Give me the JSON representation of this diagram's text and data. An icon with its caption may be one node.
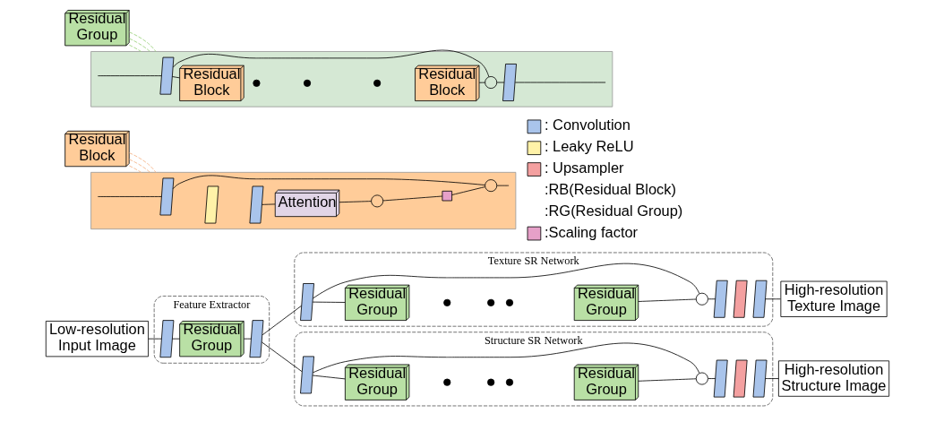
{
  "diagram": {
    "nodes": [
      {
        "text": [
          "Low-resolution Input Image"
        ]
      },
      {
        "text": [
          "Feature Extractor"
        ]
      },
      {
        "text": [],
        "shape": "parallelogram",
        "in": 1
      },
      {
        "text": [
          "Residual Group"
        ],
        "in": 1
      },
      {
        "text": [],
        "shape": "parallelogram",
        "in": 1
      },
      {
        "text": [
          "Texture SR Network"
        ]
      },
      {
        "text": [],
        "shape": "parallelogram",
        "in": 5
      },
      {
        "text": [
          "Residual Group"
        ],
        "in": 5
      },
      {
        "text": [],
        "shape": "dot",
        "in": 5
      },
      {
        "text": [],
        "shape": "dot",
        "in": 5
      },
      {
        "text": [],
        "shape": "dot",
        "in": 5
      },
      {
        "text": [
          "Residual Group"
        ],
        "in": 5
      },
      {
        "text": [],
        "shape": "circle",
        "in": 5
      },
      {
        "text": [],
        "shape": "parallelogram",
        "in": 5
      },
      {
        "text": [],
        "shape": "parallelogram",
        "in": 5
      },
      {
        "text": [],
        "shape": "parallelogram",
        "in": 5
      },
      {
        "text": [
          "High-resolution Texture Image"
        ]
      },
      {
        "text": [
          "Structure SR Network"
        ]
      },
      {
        "text": [],
        "shape": "parallelogram",
        "in": 17
      },
      {
        "text": [
          "Residual Group"
        ],
        "in": 17
      },
      {
        "text": [],
        "shape": "dot",
        "in": 17
      },
      {
        "text": [],
        "shape": "dot",
        "in": 17
      },
      {
        "text": [],
        "shape": "dot",
        "in": 17
      },
      {
        "text": [
          "Residual Group"
        ],
        "in": 17
      },
      {
        "text": [],
        "shape": "circle",
        "in": 17
      },
      {
        "text": [],
        "shape": "parallelogram",
        "in": 17
      },
      {
        "text": [],
        "shape": "parallelogram",
        "in": 17
      },
      {
        "text": [],
        "shape": "parallelogram",
        "in": 17
      },
      {
        "text": [
          "High-resolution Structure Image"
        ]
      },
      {
        "text": [
          "Residual Block"
        ]
      },
      {
        "text": [],
        "shape": "box"
      },
      {
        "text": [],
        "shape": "parallelogram",
        "in": 30
      },
      {
        "text": [],
        "shape": "parallelogram",
        "in": 30
      },
      {
        "text": [],
        "shape": "parallelogram",
        "in": 30
      },
      {
        "text": [
          "Attention"
        ],
        "in": 30
      },
      {
        "text": [],
        "shape": "circle",
        "in": 30
      },
      {
        "text": [],
        "shape": "box",
        "in": 30
      },
      {
        "text": [],
        "shape": "circle",
        "in": 30
      },
      {
        "text": [
          "Residual Group"
        ]
      },
      {
        "text": [],
        "shape": "box"
      },
      {
        "text": [],
        "shape": "parallelogram",
        "in": 39
      },
      {
        "text": [
          "Residual Block"
        ],
        "in": 39
      },
      {
        "text": [],
        "shape": "dot",
        "in": 39
      },
      {
        "text": [],
        "shape": "dot",
        "in": 39
      },
      {
        "text": [],
        "shape": "dot",
        "in": 39
      },
      {
        "text": [
          "Residual Block"
        ],
        "in": 39
      },
      {
        "text": [],
        "shape": "circle",
        "in": 39
      },
      {
        "text": [],
        "shape": "parallelogram",
        "in": 39
      }
    ],
    "edges": [
      {
        "from": 0,
        "to": 2,
        "arrow": "none"
      },
      {
        "from": 2,
        "to": 3,
        "arrow": "none"
      },
      {
        "from": 3,
        "to": 4,
        "arrow": "none"
      },
      {
        "from": 4,
        "to": 6,
        "arrow": "none"
      },
      {
        "from": 4,
        "to": 18,
        "arrow": "none"
      },
      {
        "from": 6,
        "to": 7,
        "arrow": "none"
      },
      {
        "from": 6,
        "to": 12,
        "arrow": "none"
      },
      {
        "from": 11,
        "to": 12,
        "arrow": "none"
      },
      {
        "from": 12,
        "to": 13,
        "arrow": "none"
      },
      {
        "from": 15,
        "to": 16,
        "arrow": "none"
      },
      {
        "from": 18,
        "to": 19,
        "arrow": "none"
      },
      {
        "from": 18,
        "to": 24,
        "arrow": "none"
      },
      {
        "from": 23,
        "to": 24,
        "arrow": "none"
      },
      {
        "from": 24,
        "to": 25,
        "arrow": "none"
      },
      {
        "from": 27,
        "to": 28,
        "arrow": "none"
      },
      {
        "from": 29,
        "to": 30,
        "arrow": "none",
        "style": "dashed",
        "color": "#f4b183"
      },
      {
        "from": 29,
        "to": 30,
        "arrow": "none",
        "style": "dashed",
        "color": "#f4b183"
      },
      {
        "from": 29,
        "to": 30,
        "arrow": "none",
        "style": "dashed",
        "color": "#f4b183"
      },
      {
        "from": null,
        "to": 31,
        "arrow": "none"
      },
      {
        "from": 31,
        "to": 37,
        "arrow": "none"
      },
      {
        "from": 33,
        "to": 34,
        "arrow": "none"
      },
      {
        "from": 34,
        "to": 35,
        "arrow": "none"
      },
      {
        "from": 35,
        "to": 36,
        "arrow": "none"
      },
      {
        "from": 36,
        "to": 37,
        "arrow": "none"
      },
      {
        "from": 37,
        "to": null,
        "arrow": "none"
      },
      {
        "from": 38,
        "to": 39,
        "arrow": "none",
        "style": "dashed",
        "color": "#97d077"
      },
      {
        "from": 38,
        "to": 39,
        "arrow": "none",
        "style": "dashed",
        "color": "#97d077"
      },
      {
        "from": 38,
        "to": 39,
        "arrow": "none",
        "style": "dashed",
        "color": "#97d077"
      },
      {
        "from": null,
        "to": 40,
        "arrow": "none"
      },
      {
        "from": 40,
        "to": 41,
        "arrow": "none"
      },
      {
        "from": 40,
        "to": 46,
        "arrow": "none"
      },
      {
        "from": 45,
        "to": 46,
        "arrow": "none"
      },
      {
        "from": 46,
        "to": 47,
        "arrow": "none"
      },
      {
        "from": 47,
        "to": null,
        "arrow": "none"
      }
    ],
    "legend": [
      {
        "text": ": Convolution",
        "color": "#a9c4eb"
      },
      {
        "text": ": Leaky ReLU",
        "color": "#fff2a8"
      },
      {
        "text": ": Upsampler",
        "color": "#f4a0a0"
      },
      {
        "text": ":RB(Residual Block)"
      },
      {
        "text": ":RG(Residual Group)"
      },
      {
        "text": ":Scaling factor",
        "color": "#e6a0c8"
      }
    ]
  }
}
